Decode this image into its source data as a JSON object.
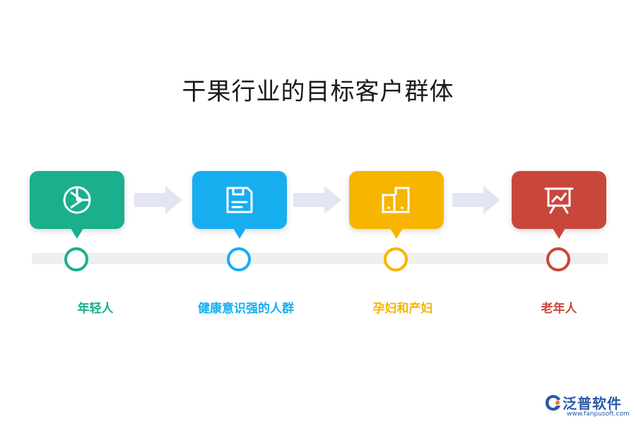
{
  "title": "干果行业的目标客户群体",
  "steps": [
    {
      "label": "年轻人",
      "color": "#1aaf8d",
      "icon": "pie-chart-icon"
    },
    {
      "label": "健康意识强的人群",
      "color": "#17aef0",
      "icon": "document-icon"
    },
    {
      "label": "孕妇和产妇",
      "color": "#f7b500",
      "icon": "devices-icon"
    },
    {
      "label": "老年人",
      "color": "#c9473a",
      "icon": "presentation-chart-icon"
    }
  ],
  "brand": {
    "name": "泛普软件",
    "url": "www.fanpusoft.com"
  }
}
